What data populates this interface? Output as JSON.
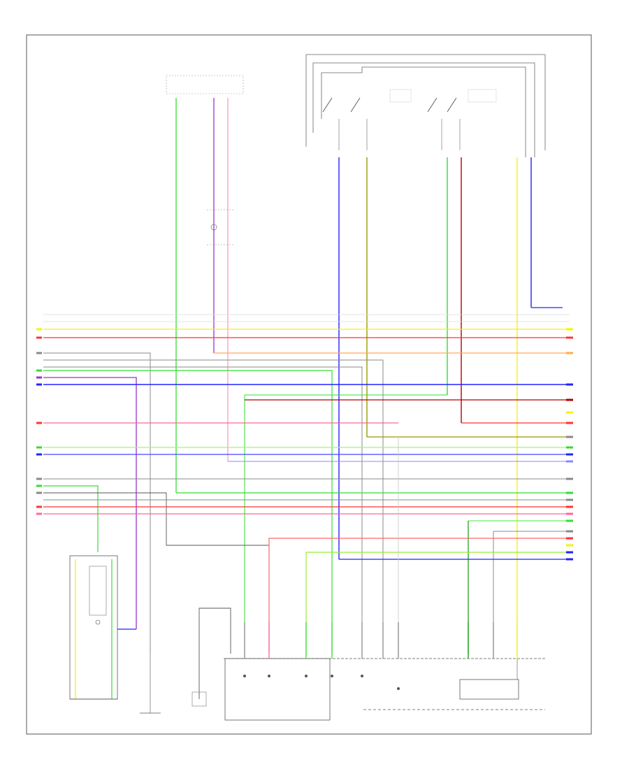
{
  "colors": {
    "border": "#555555",
    "green": "#33dd33",
    "yellow": "#f4f400",
    "red": "#ff3333",
    "dark_red": "#b30000",
    "blue": "#2222ff",
    "light_blue": "#8888ff",
    "purple": "#9933cc",
    "pink": "#ff6699",
    "orange": "#ffaa55",
    "gray": "#888888",
    "dark_green": "#119911",
    "olive": "#999900"
  },
  "wires": {
    "top_connector": {
      "green_wire_color": "green",
      "purple_wire_color": "purple",
      "pink_wire_color": "pink"
    },
    "harness_wire_colors": [
      "blue",
      "olive",
      "green",
      "dark_red",
      "yellow",
      "blue"
    ],
    "left_horizontal": [
      {
        "color": "yellow"
      },
      {
        "color": "red"
      },
      {
        "color": "gray"
      },
      {
        "color": "green"
      },
      {
        "color": "purple"
      },
      {
        "color": "blue"
      },
      {
        "color": "red"
      },
      {
        "color": "green"
      },
      {
        "color": "blue"
      },
      {
        "color": "gray"
      },
      {
        "color": "green"
      },
      {
        "color": "gray"
      },
      {
        "color": "red"
      },
      {
        "color": "pink"
      }
    ],
    "right_horizontal": [
      {
        "color": "yellow"
      },
      {
        "color": "red"
      },
      {
        "color": "orange"
      },
      {
        "color": "blue"
      },
      {
        "color": "dark_red"
      },
      {
        "color": "yellow"
      },
      {
        "color": "red"
      },
      {
        "color": "gray"
      },
      {
        "color": "green"
      },
      {
        "color": "blue"
      },
      {
        "color": "light_blue"
      },
      {
        "color": "gray"
      },
      {
        "color": "green"
      },
      {
        "color": "gray"
      },
      {
        "color": "red"
      },
      {
        "color": "pink"
      },
      {
        "color": "green"
      },
      {
        "color": "gray"
      },
      {
        "color": "red"
      },
      {
        "color": "blue"
      },
      {
        "color": "yellow"
      },
      {
        "color": "blue"
      }
    ],
    "bottom_ecm_colors": [
      "gray",
      "pink",
      "green",
      "green",
      "gray",
      "gray",
      "gray",
      "dark_green",
      "gray",
      "yellow"
    ]
  }
}
